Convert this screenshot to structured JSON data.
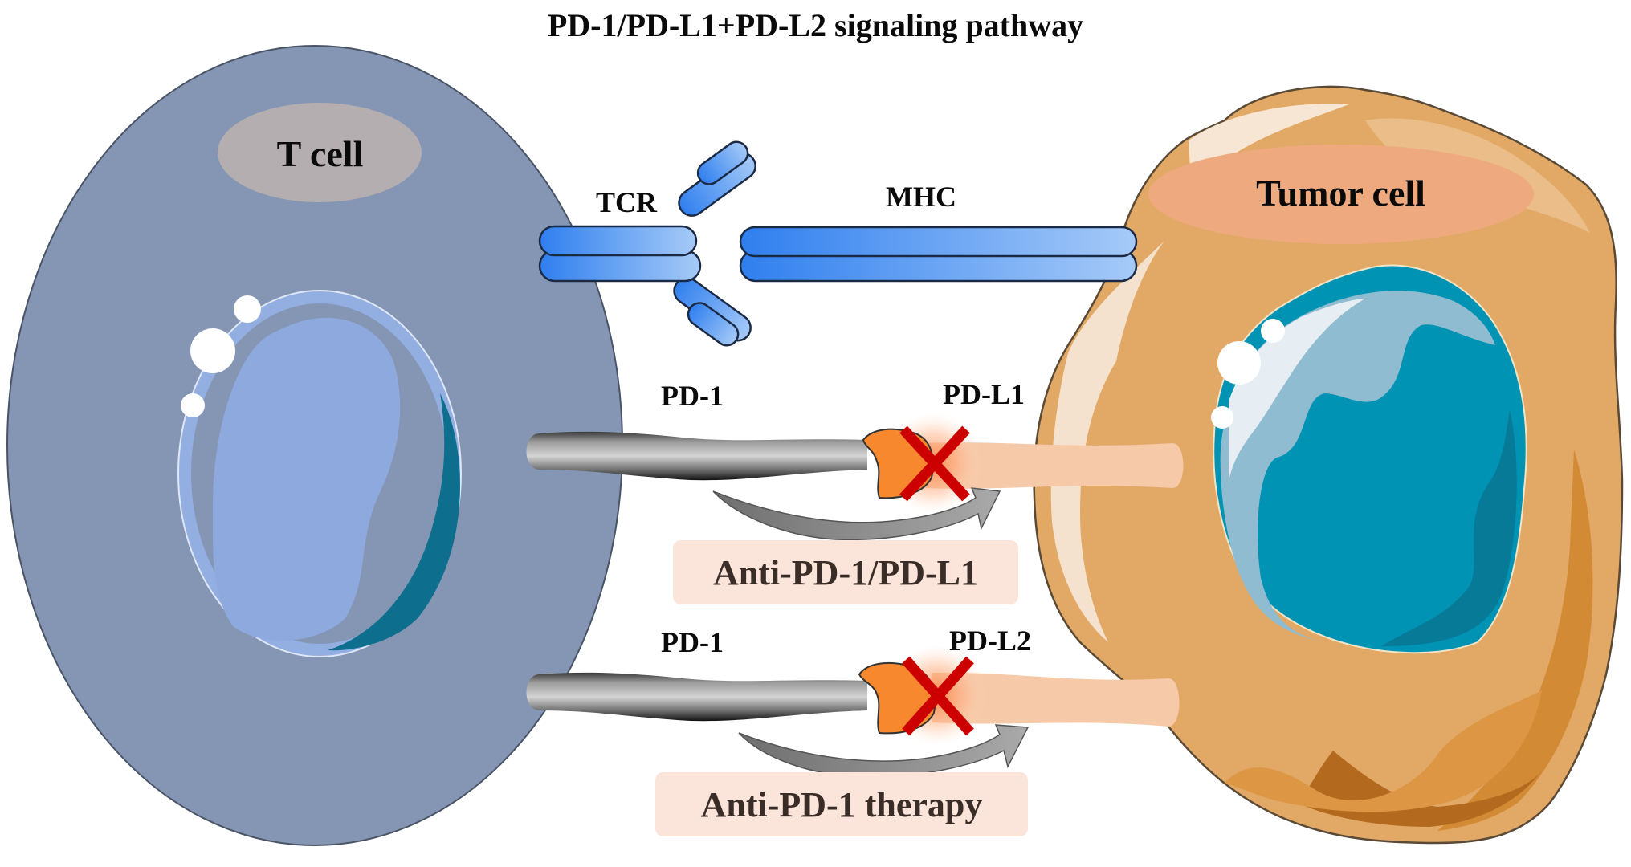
{
  "title": "PD-1/PD-L1+PD-L2 signaling pathway",
  "cells": {
    "t_cell": {
      "label": "T cell",
      "color": "#8496b4",
      "label_bg": "#b5aeb0"
    },
    "tumor_cell": {
      "label": "Tumor cell",
      "color": "#e2a866",
      "label_bg": "#eeaa7e"
    }
  },
  "receptors": {
    "tcr": {
      "label": "TCR",
      "color": "#4a8ff0"
    },
    "mhc": {
      "label": "MHC",
      "color": "#4a8ff0"
    }
  },
  "interactions": [
    {
      "receptor_label": "PD-1",
      "ligand_label": "PD-L1",
      "blocked": true,
      "therapy_label": "Anti-PD-1/PD-L1"
    },
    {
      "receptor_label": "PD-1",
      "ligand_label": "PD-L2",
      "blocked": true,
      "therapy_label": "Anti-PD-1 therapy"
    }
  ],
  "colors": {
    "block_x": "#cc0000",
    "ligand_cap": "#f7882e",
    "ligand_tube": "#f6c9a8",
    "therapy_box": "#fbe5da",
    "tumor_nucleus": "#0093b3"
  }
}
